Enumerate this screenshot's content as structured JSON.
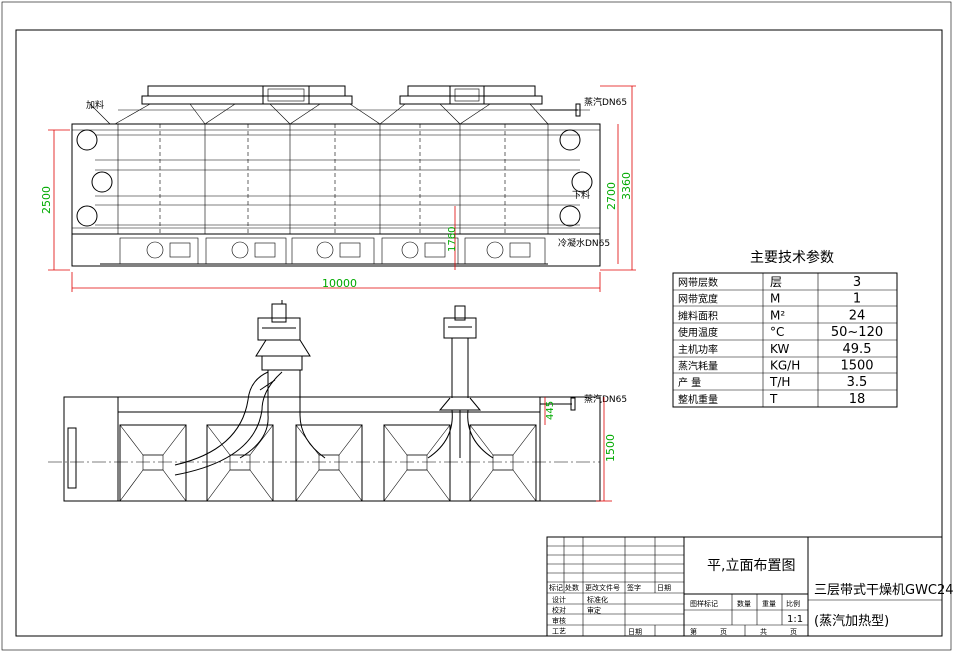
{
  "top_view": {
    "feed_label": "加料",
    "steam_label": "蒸汽DN65",
    "discharge_label": "下料",
    "condensate_label": "冷凝水DN65",
    "dim_width": "10000",
    "dim_height_left": "2500",
    "dim_height_right1": "2700",
    "dim_height_right2": "3360",
    "dim_small": "1760"
  },
  "side_view": {
    "steam_label": "蒸汽DN65",
    "dim_height": "1500",
    "dim_small": "445"
  },
  "spec_table": {
    "title": "主要技术参数",
    "rows": [
      {
        "name": "网带层数",
        "unit": "层",
        "value": "3"
      },
      {
        "name": "网带宽度",
        "unit": "M",
        "value": "1"
      },
      {
        "name": "摊料面积",
        "unit": "M²",
        "value": "24"
      },
      {
        "name": "使用温度",
        "unit": "°C",
        "value": "50~120"
      },
      {
        "name": "主机功率",
        "unit": "KW",
        "value": "49.5"
      },
      {
        "name": "蒸汽耗量",
        "unit": "KG/H",
        "value": "1500"
      },
      {
        "name": "产  量",
        "unit": "T/H",
        "value": "3.5"
      },
      {
        "name": "整机重量",
        "unit": "T",
        "value": "18"
      }
    ]
  },
  "title_block": {
    "drawing_title": "平,立面布置图",
    "machine_name": "三层带式干燥机GWC24",
    "subtitle": "(蒸汽加热型)",
    "rev_headers": [
      "标记",
      "处数",
      "更改文件号",
      "签字",
      "日期"
    ],
    "roles": [
      "设计",
      "校对",
      "审核",
      "工艺"
    ],
    "role_right": [
      "标准化",
      "审定"
    ],
    "date_label": "日期",
    "mark_headers": [
      "图样标记",
      "数量",
      "重量",
      "比例"
    ],
    "scale": "1:1",
    "sheet_label": "第",
    "sheet_unit": "页",
    "total_label": "共",
    "total_unit": "页"
  }
}
